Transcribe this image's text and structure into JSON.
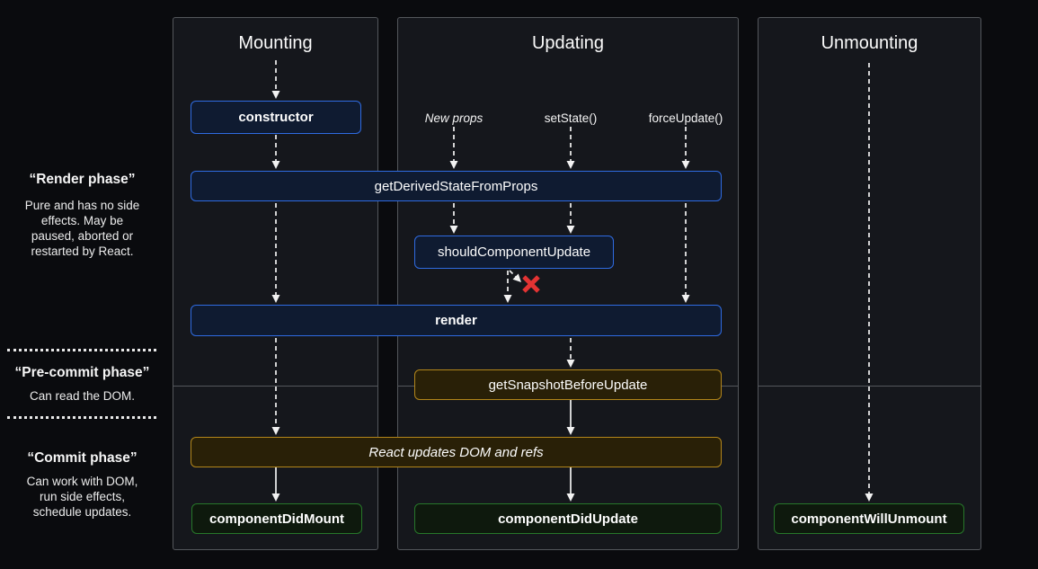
{
  "phases": [
    {
      "title": "“Render phase”",
      "description": "Pure and has no side\neffects. May be\npaused, aborted or\nrestarted by React."
    },
    {
      "title": "“Pre-commit phase”",
      "description": "Can read the DOM."
    },
    {
      "title": "“Commit phase”",
      "description": "Can work with DOM,\nrun side effects,\nschedule updates."
    }
  ],
  "columns": [
    {
      "title": "Mounting"
    },
    {
      "title": "Updating",
      "triggers": [
        "New props",
        "setState()",
        "forceUpdate()"
      ]
    },
    {
      "title": "Unmounting"
    }
  ],
  "methods": {
    "constructor": "constructor",
    "getDerivedStateFromProps": "getDerivedStateFromProps",
    "shouldComponentUpdate": "shouldComponentUpdate",
    "render": "render",
    "getSnapshotBeforeUpdate": "getSnapshotBeforeUpdate",
    "reactUpdates": "React updates DOM and refs",
    "componentDidMount": "componentDidMount",
    "componentDidUpdate": "componentDidUpdate",
    "componentWillUnmount": "componentWillUnmount"
  },
  "colors": {
    "page_bg": "#0a0b0e",
    "panel_bg": "#15171c",
    "panel_border": "#54575c",
    "blue_border": "#2f6be1",
    "blue_fill": "#0f1b31",
    "amber_border": "#b3861a",
    "amber_fill": "#292007",
    "green_border": "#27772a",
    "green_fill": "#0e190d",
    "abort_x": "#e43333",
    "arrow": "#f2f2f2"
  }
}
